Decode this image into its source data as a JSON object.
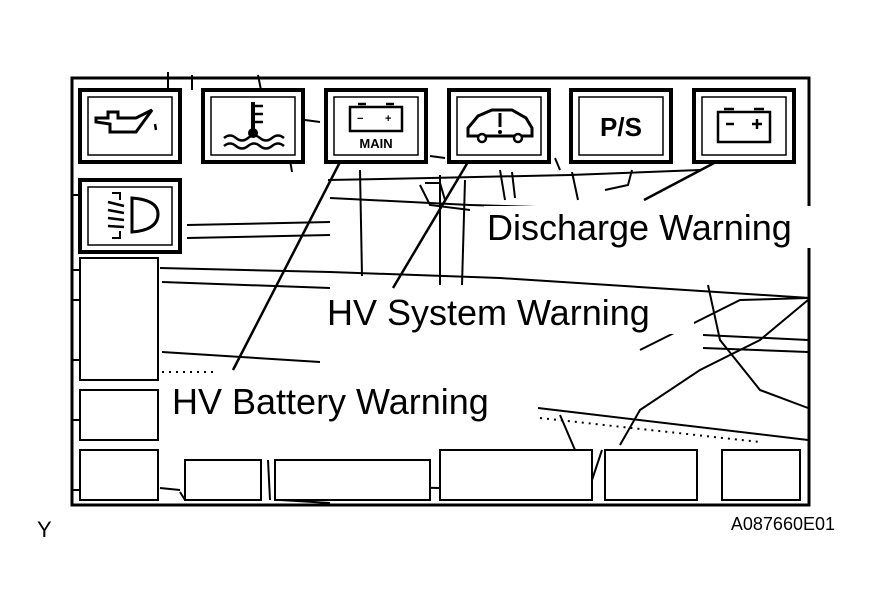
{
  "callouts": {
    "discharge": "Discharge Warning",
    "hv_system": "HV System Warning",
    "hv_battery": "HV Battery Warning"
  },
  "icons": [
    {
      "name": "oil-pressure-icon",
      "text": ""
    },
    {
      "name": "coolant-temperature-icon",
      "text": ""
    },
    {
      "name": "main-battery-icon",
      "text": "MAIN"
    },
    {
      "name": "hv-system-car-icon",
      "text": ""
    },
    {
      "name": "power-steering-icon",
      "text": "P/S"
    },
    {
      "name": "charge-battery-icon",
      "text": ""
    },
    {
      "name": "headlight-beam-icon",
      "text": ""
    }
  ],
  "battery_terminals": {
    "minus": "−",
    "plus": "+"
  },
  "corner_labels": {
    "left": "Y",
    "right": "A087660E01"
  }
}
